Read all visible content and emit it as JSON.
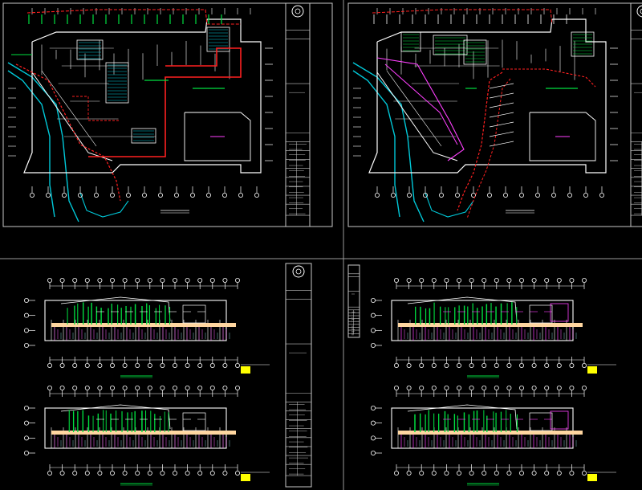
{
  "colors": {
    "background": "#000000",
    "wall": "#ffffff",
    "sheet_frame": "#c8c8c8",
    "heating_pipe": "#ff2020",
    "water_pipe": "#00e040",
    "river": "#00c8d8",
    "outline": "#ff40ff",
    "corridor": "#ffd6a0",
    "note_yellow": "#ffff00"
  },
  "sheets": [
    {
      "name": "sheet-top-left",
      "kind": "site-plan"
    },
    {
      "name": "sheet-top-right",
      "kind": "site-plan"
    },
    {
      "name": "sheet-bottom-left",
      "kind": "floor-plans"
    },
    {
      "name": "sheet-bottom-right",
      "kind": "floor-plans"
    }
  ],
  "icons": [
    "title-block-logo-icon",
    "axis-bubble-icon"
  ]
}
